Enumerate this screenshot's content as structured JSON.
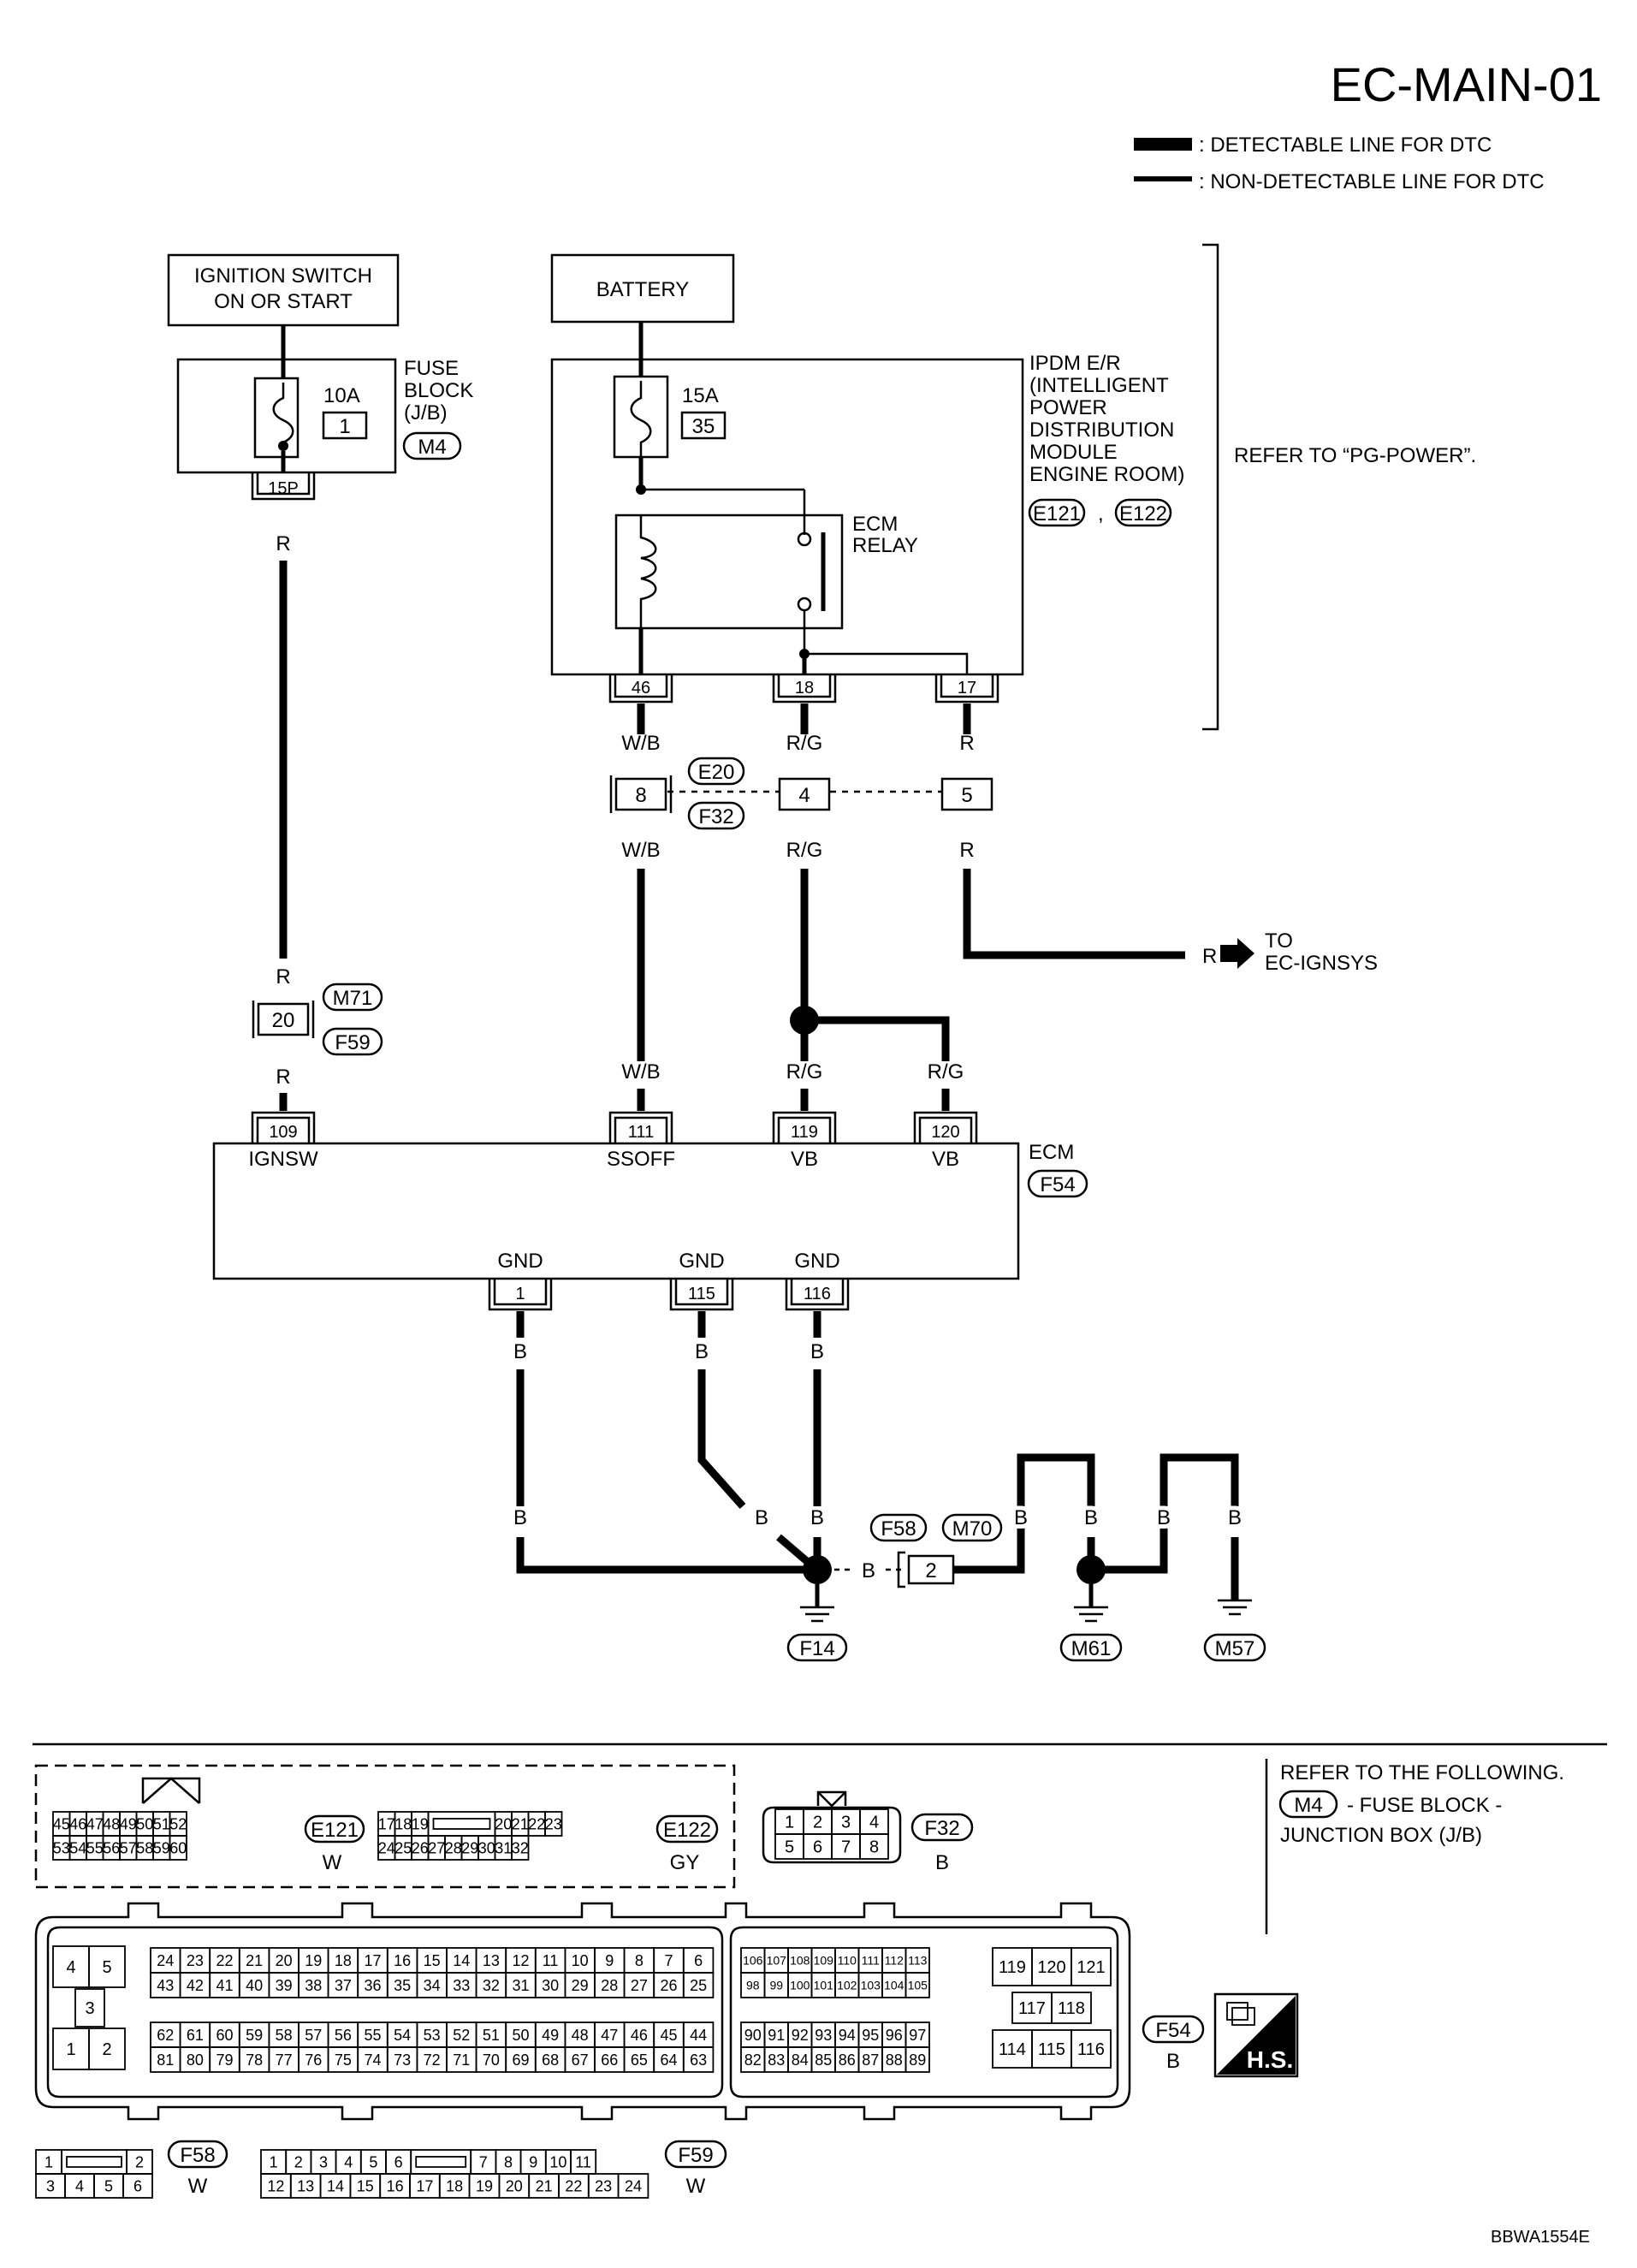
{
  "title": "EC-MAIN-01",
  "legend": {
    "detectable": ": DETECTABLE LINE FOR DTC",
    "non_detectable": ": NON-DETECTABLE LINE FOR DTC"
  },
  "ignition": {
    "line1": "IGNITION SWITCH",
    "line2": "ON OR START"
  },
  "battery": "BATTERY",
  "fuse_block": {
    "l1": "FUSE",
    "l2": "BLOCK",
    "l3": "(J/B)",
    "conn": "M4",
    "fuse_rating": "10A",
    "fuse_no": "1",
    "terminal": "15P"
  },
  "ipdm": {
    "l1": "IPDM E/R",
    "l2": "(INTELLIGENT",
    "l3": "POWER",
    "l4": "DISTRIBUTION",
    "l5": "MODULE",
    "l6": "ENGINE ROOM)",
    "conn1": "E121",
    "conn2": "E122",
    "comma": ",",
    "fuse_rating": "15A",
    "fuse_no": "35",
    "relay1": "ECM",
    "relay2": "RELAY",
    "t1": "46",
    "t2": "18",
    "t3": "17"
  },
  "refer_pg": "REFER TO “PG-POWER”.",
  "wires": {
    "r": "R",
    "wb": "W/B",
    "rg": "R/G",
    "b": "B"
  },
  "jc1": {
    "t1": "8",
    "t2": "4",
    "t3": "5",
    "c1": "E20",
    "c2": "F32"
  },
  "jc2": {
    "t": "20",
    "c1": "M71",
    "c2": "F59"
  },
  "to_ignsys": {
    "l1": "TO",
    "l2": "EC-IGNSYS"
  },
  "ecm": {
    "name": "ECM",
    "conn": "F54",
    "t109": "109",
    "t111": "111",
    "t119": "119",
    "t120": "120",
    "ignsw": "IGNSW",
    "ssoff": "SSOFF",
    "vb": "VB",
    "gnd": "GND",
    "t1": "1",
    "t115": "115",
    "t116": "116"
  },
  "ground_conn": {
    "c1": "F58",
    "c2": "M70",
    "t": "2"
  },
  "grounds": [
    "F14",
    "M61",
    "M57"
  ],
  "bottom": {
    "e121": {
      "row1": [
        "45",
        "46",
        "47",
        "48",
        "49",
        "50",
        "51",
        "52"
      ],
      "row2": [
        "53",
        "54",
        "55",
        "56",
        "57",
        "58",
        "59",
        "60"
      ],
      "id": "E121",
      "color": "W"
    },
    "e122": {
      "row1": [
        "17",
        "18",
        "19",
        "",
        "20",
        "21",
        "22",
        "23"
      ],
      "row2": [
        "24",
        "25",
        "26",
        "27",
        "28",
        "29",
        "30",
        "31",
        "32"
      ],
      "id": "E122",
      "color": "GY"
    },
    "f32": {
      "row1": [
        "1",
        "2",
        "3",
        "4"
      ],
      "row2": [
        "5",
        "6",
        "7",
        "8"
      ],
      "id": "F32",
      "color": "B"
    },
    "refer_note": {
      "l1": "REFER TO THE FOLLOWING.",
      "conn": "M4",
      "l2": "- FUSE BLOCK -",
      "l3": "JUNCTION BOX (J/B)"
    },
    "f54": {
      "id": "F54",
      "color": "B",
      "left_small": [
        "4",
        "5",
        "3",
        "1",
        "2"
      ],
      "row1": [
        "24",
        "23",
        "22",
        "21",
        "20",
        "19",
        "18",
        "17",
        "16",
        "15",
        "14",
        "13",
        "12",
        "11",
        "10",
        "9",
        "8",
        "7",
        "6"
      ],
      "row2": [
        "43",
        "42",
        "41",
        "40",
        "39",
        "38",
        "37",
        "36",
        "35",
        "34",
        "33",
        "32",
        "31",
        "30",
        "29",
        "28",
        "27",
        "26",
        "25"
      ],
      "row3": [
        "62",
        "61",
        "60",
        "59",
        "58",
        "57",
        "56",
        "55",
        "54",
        "53",
        "52",
        "51",
        "50",
        "49",
        "48",
        "47",
        "46",
        "45",
        "44"
      ],
      "row4": [
        "81",
        "80",
        "79",
        "78",
        "77",
        "76",
        "75",
        "74",
        "73",
        "72",
        "71",
        "70",
        "69",
        "68",
        "67",
        "66",
        "65",
        "64",
        "63"
      ],
      "mrow1": [
        "106",
        "107",
        "108",
        "109",
        "110",
        "111",
        "112",
        "113"
      ],
      "mrow2": [
        "98",
        "99",
        "100",
        "101",
        "102",
        "103",
        "104",
        "105"
      ],
      "mrow3": [
        "90",
        "91",
        "92",
        "93",
        "94",
        "95",
        "96",
        "97"
      ],
      "mrow4": [
        "82",
        "83",
        "84",
        "85",
        "86",
        "87",
        "88",
        "89"
      ],
      "right_top": [
        "119",
        "120",
        "121"
      ],
      "right_mid": [
        "117",
        "118"
      ],
      "right_bot": [
        "114",
        "115",
        "116"
      ]
    },
    "hs": "H.S.",
    "f58": {
      "cells": [
        "1",
        "",
        "2",
        "3",
        "4",
        "5",
        "6"
      ],
      "id": "F58",
      "color": "W"
    },
    "f59": {
      "row1": [
        "1",
        "2",
        "3",
        "4",
        "5",
        "6",
        "",
        "7",
        "8",
        "9",
        "10",
        "11"
      ],
      "row2": [
        "12",
        "13",
        "14",
        "15",
        "16",
        "17",
        "18",
        "19",
        "20",
        "21",
        "22",
        "23",
        "24"
      ],
      "id": "F59",
      "color": "W"
    }
  },
  "footer_code": "BBWA1554E"
}
